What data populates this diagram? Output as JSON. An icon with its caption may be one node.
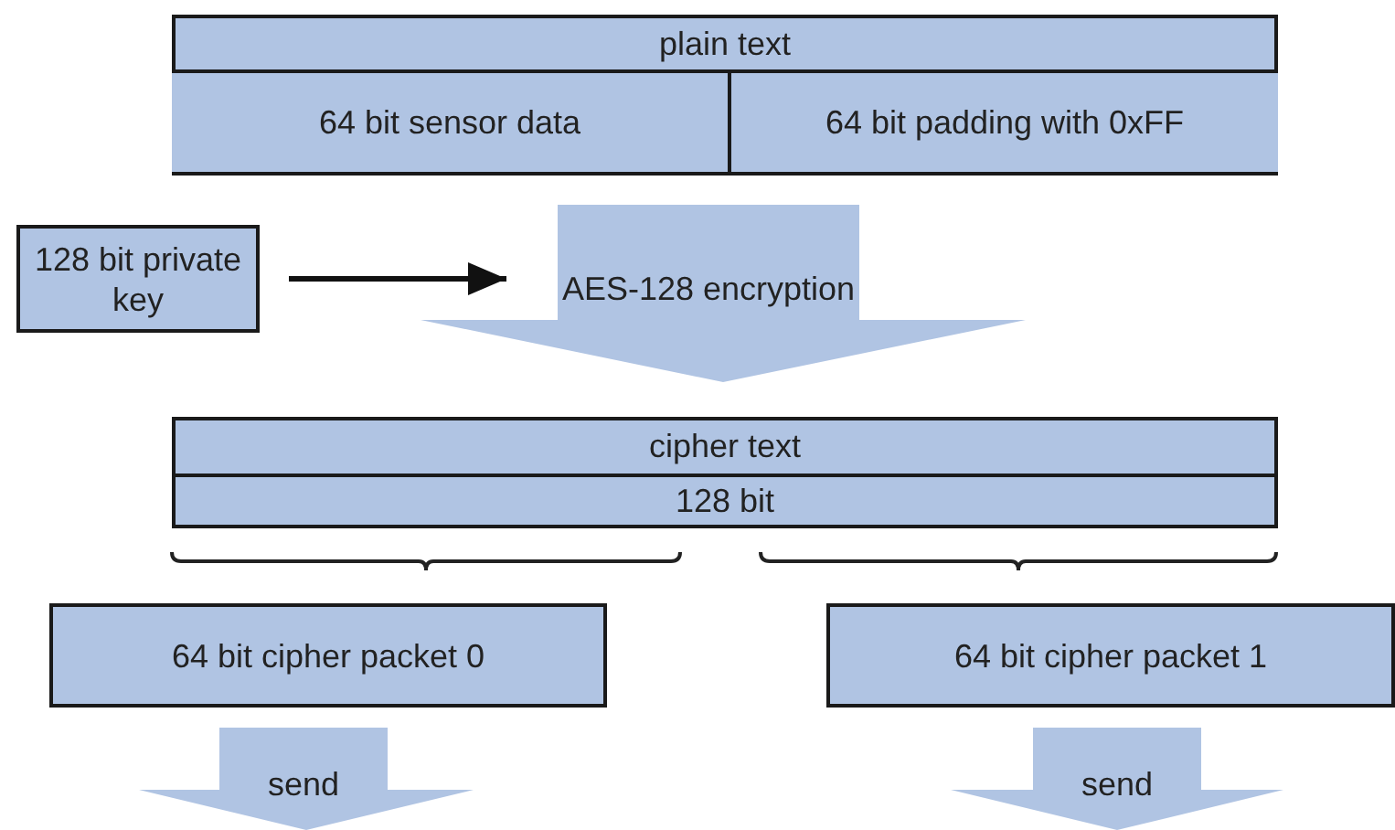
{
  "diagram": {
    "nodes": [
      {
        "text": [
          "plain text"
        ]
      },
      {
        "text": [
          "64 bit sensor data"
        ],
        "in": 0
      },
      {
        "text": [
          "64 bit padding with 0xFF"
        ],
        "in": 0
      },
      {
        "text": [
          "128 bit private key"
        ]
      },
      {
        "text": [
          "AES-128 encryption"
        ]
      },
      {
        "text": [
          "cipher text",
          "128 bit"
        ]
      },
      {
        "text": [
          "64 bit cipher packet 0"
        ]
      },
      {
        "text": [
          "64 bit cipher packet 1"
        ]
      },
      {
        "text": [
          "send"
        ]
      },
      {
        "text": [
          "send"
        ]
      }
    ],
    "edges": [
      {
        "from": 3,
        "to": 4,
        "arrow": "to"
      }
    ]
  }
}
